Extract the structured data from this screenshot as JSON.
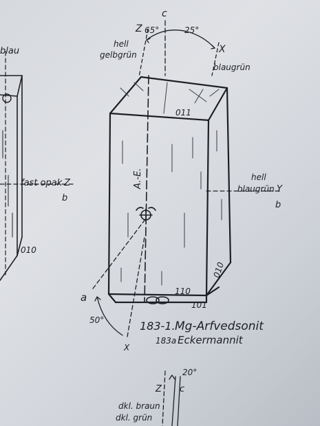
{
  "figure": {
    "caption_number": "183-1.",
    "caption_title": "Mg-Arfvedsonit",
    "caption_sub_number": "183a",
    "caption_sub_title": "Eckermannit"
  },
  "axes": {
    "c": "c",
    "z_top": "Z",
    "x_top": "X",
    "angle_left": "65°",
    "angle_right": "25°",
    "z_left_ref": "Z",
    "b_left_ref": "b",
    "y_right_ref": "Y",
    "b_right_ref": "b",
    "a_axis": "a",
    "x_bottom": "X",
    "angle_bottom": "50°",
    "ae_label": "A.-E."
  },
  "colors": {
    "z_color_1": "hell",
    "z_color_2": "gelbgrün",
    "x_color": "blaugrün",
    "y_color_1": "hell",
    "y_color_2": "blaugrün",
    "left_color": "fast opak"
  },
  "faces": {
    "top_face": "011",
    "right_face": "010",
    "bottom_face": "110",
    "bottom_right_face": "101",
    "left_figure_face": "010"
  },
  "left_figure": {
    "top_label": "blau"
  },
  "bottom_figure": {
    "z": "Z",
    "c": "c",
    "angle": "20°",
    "color_1": "dkl. braun",
    "color_2": "dkl. grün"
  }
}
